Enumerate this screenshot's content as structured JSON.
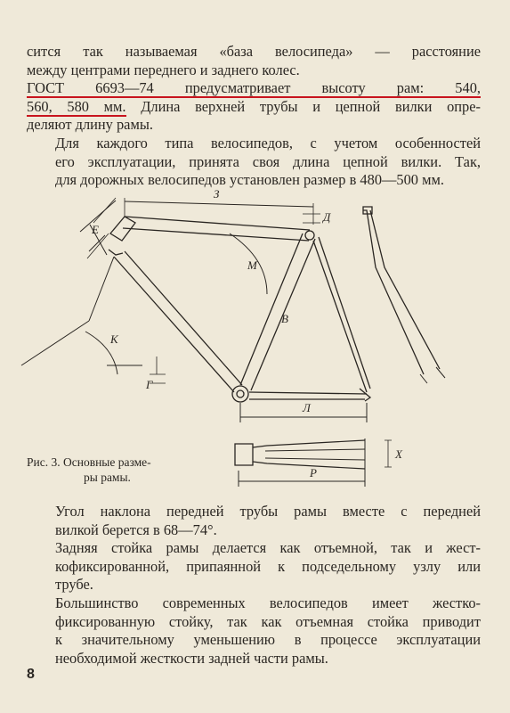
{
  "paragraph1": {
    "lines": [
      "сится так называемая «база велосипеда» — расстояние",
      "между центрами переднего и заднего колес."
    ]
  },
  "paragraph2": {
    "line1": "ГОСТ 6693—74 предусматривает высоту рам: 540,",
    "line2_underlined": "560, 580 мм.",
    "line2_rest": "Длина верхней трубы и цепной вилки опре-",
    "line3": "деляют длину рамы."
  },
  "paragraph3": {
    "lines": [
      "Для каждого типа велосипедов, с учетом особенностей",
      "его эксплуатации, принята своя длина цепной вилки. Так,",
      "для дорожных велосипедов установлен размер в 480—500 мм."
    ]
  },
  "figure": {
    "labels": {
      "top_tube_length": "З",
      "head_dim": "Д",
      "head_tube": "Е",
      "angle_m": "М",
      "seat_tube": "В",
      "angle_k": "К",
      "bb_drop": "Г",
      "chainstay": "Л",
      "stay_width": "Х",
      "stay_length": "Р"
    },
    "caption": [
      "Рис. 3. Основные разме-",
      "ры рамы."
    ]
  },
  "paragraph4": {
    "lines": [
      "Угол наклона передней трубы рамы вместе с передней",
      "вилкой берется в 68—74°."
    ]
  },
  "paragraph5": {
    "lines": [
      "Задняя стойка рамы делается как отъемной, так и жест-",
      "кофиксированной, припаянной к подседельному узлу или",
      "трубе."
    ]
  },
  "paragraph6": {
    "lines": [
      "Большинство современных велосипедов имеет жестко-",
      "фиксированную стойку, так как отъемная стойка приводит",
      "к значительному уменьшению в процессе эксплуатации",
      "необходимой жесткости задней части рамы."
    ]
  },
  "page_number": "8",
  "colors": {
    "paper": "#efe9d9",
    "ink": "#2a2622",
    "underline": "#c8141e"
  }
}
